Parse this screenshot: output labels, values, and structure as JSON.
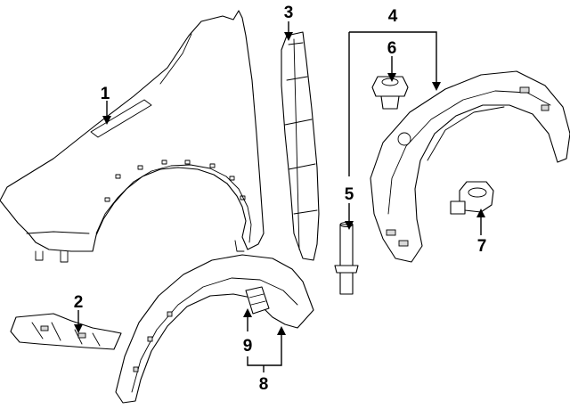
{
  "diagram": {
    "callouts": [
      {
        "number": "1",
        "part": "fender"
      },
      {
        "number": "2",
        "part": "fender-bracket"
      },
      {
        "number": "3",
        "part": "fender-insulator"
      },
      {
        "number": "4",
        "part": "fender-liner"
      },
      {
        "number": "5",
        "part": "liner-pin"
      },
      {
        "number": "6",
        "part": "liner-nut"
      },
      {
        "number": "7",
        "part": "liner-retainer"
      },
      {
        "number": "8",
        "part": "wheel-opening-molding"
      },
      {
        "number": "9",
        "part": "molding-clip"
      }
    ],
    "colors": {
      "line": "#000000",
      "background": "#ffffff",
      "shade": "#d9d9d9"
    }
  }
}
